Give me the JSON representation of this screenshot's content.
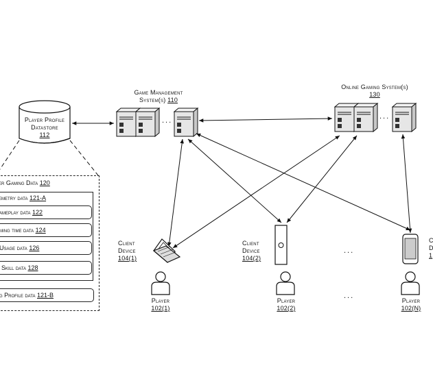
{
  "datastore": {
    "line1": "Player Profile",
    "line2": "Datastore",
    "ref": "112"
  },
  "game_mgmt": {
    "line1": "Game Management",
    "line2": "System(s)",
    "ref": "110"
  },
  "online_gaming": {
    "line1": "Online Gaming System(s)",
    "ref": "130"
  },
  "profile_panel": {
    "header_text": "er Gaming Data",
    "header_ref": "120",
    "telemetry_text": "emetry data",
    "telemetry_ref": "121-A",
    "items": [
      {
        "text": "ameplay data",
        "ref": "122"
      },
      {
        "text": "ming time data",
        "ref": "124"
      },
      {
        "text": "Usage data",
        "ref": "126"
      },
      {
        "text": "Skill data",
        "ref": "128"
      }
    ],
    "footer_text": "g Profile data",
    "footer_ref": "121-B"
  },
  "clients": [
    {
      "line1": "Client",
      "line2": "Device",
      "ref": "104(1)"
    },
    {
      "line1": "Client",
      "line2": "Device",
      "ref": "104(2)"
    },
    {
      "line1": "C",
      "line2": "D",
      "ref": "1"
    }
  ],
  "players": [
    {
      "label": "Player",
      "ref": "102(1)"
    },
    {
      "label": "Player",
      "ref": "102(2)"
    },
    {
      "label": "Player",
      "ref": "102(N)"
    }
  ],
  "ellipsis": "...",
  "colors": {
    "stroke": "#111111",
    "server_fill": "#dcdcdc",
    "background": "#ffffff"
  }
}
